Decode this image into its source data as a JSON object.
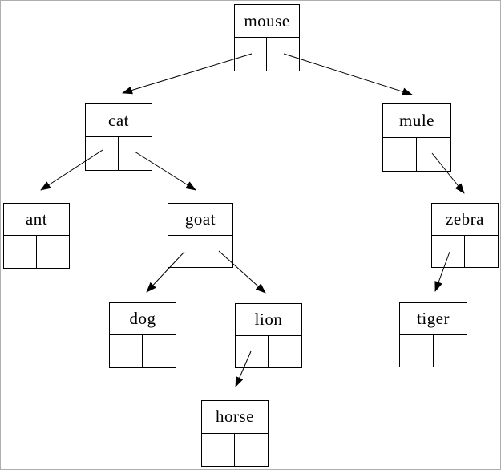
{
  "diagram": {
    "type": "binary-tree-node-link-diagram",
    "root": "mouse",
    "colors": {
      "line": "#000000",
      "background": "#ffffff",
      "frame": "#aeaeae"
    },
    "nodes": [
      {
        "id": "mouse",
        "label": "mouse",
        "left": "cat",
        "right": "mule"
      },
      {
        "id": "cat",
        "label": "cat",
        "left": "ant",
        "right": "goat"
      },
      {
        "id": "mule",
        "label": "mule",
        "left": null,
        "right": "zebra"
      },
      {
        "id": "ant",
        "label": "ant",
        "left": null,
        "right": null
      },
      {
        "id": "goat",
        "label": "goat",
        "left": "dog",
        "right": "lion"
      },
      {
        "id": "zebra",
        "label": "zebra",
        "left": "tiger",
        "right": null
      },
      {
        "id": "dog",
        "label": "dog",
        "left": null,
        "right": null
      },
      {
        "id": "lion",
        "label": "lion",
        "left": "horse",
        "right": null
      },
      {
        "id": "tiger",
        "label": "tiger",
        "left": null,
        "right": null
      },
      {
        "id": "horse",
        "label": "horse",
        "left": null,
        "right": null
      }
    ],
    "edges": [
      {
        "from": "mouse",
        "pointer": "left",
        "to": "cat"
      },
      {
        "from": "mouse",
        "pointer": "right",
        "to": "mule"
      },
      {
        "from": "cat",
        "pointer": "left",
        "to": "ant"
      },
      {
        "from": "cat",
        "pointer": "right",
        "to": "goat"
      },
      {
        "from": "goat",
        "pointer": "left",
        "to": "dog"
      },
      {
        "from": "goat",
        "pointer": "right",
        "to": "lion"
      },
      {
        "from": "lion",
        "pointer": "left",
        "to": "horse"
      },
      {
        "from": "mule",
        "pointer": "right",
        "to": "zebra"
      },
      {
        "from": "zebra",
        "pointer": "left",
        "to": "tiger"
      }
    ]
  }
}
